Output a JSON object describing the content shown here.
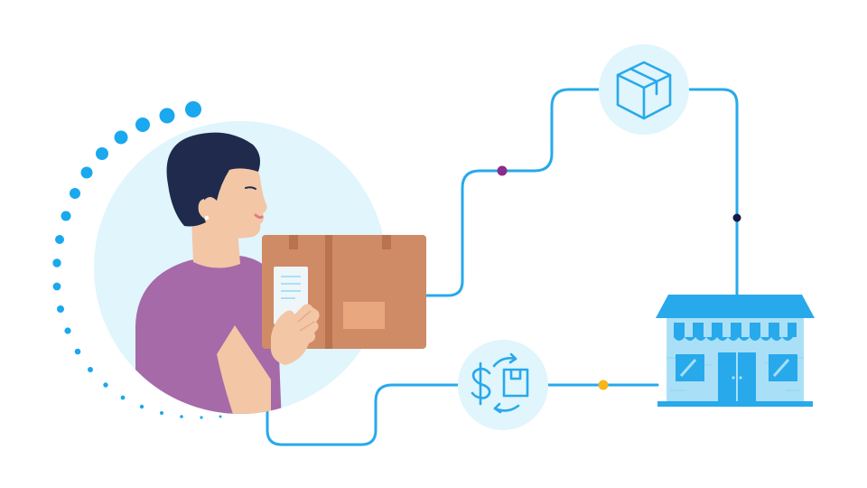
{
  "colors": {
    "background": "#ffffff",
    "line": "#27a9ec",
    "bubble": "#e0f5fc",
    "dots": "#1aa8ee",
    "hair": "#1f2a4c",
    "skin": "#f3c6a6",
    "shirt": "#a66aa8",
    "box": "#cf8a66",
    "box_dark": "#b9734f",
    "store": "#27a9ec",
    "store_light": "#a9e0f7",
    "node_purple": "#8a2c8c",
    "node_navy": "#15194a",
    "node_yellow": "#f6b519"
  },
  "icons": {
    "package": "package-icon",
    "exchange": "exchange-icon",
    "store": "storefront",
    "person": "person-with-box"
  },
  "scene": {
    "nodes": [
      {
        "name": "purple-node",
        "color": "#8a2c8c"
      },
      {
        "name": "navy-node",
        "color": "#15194a"
      },
      {
        "name": "yellow-node",
        "color": "#f6b519"
      }
    ]
  }
}
